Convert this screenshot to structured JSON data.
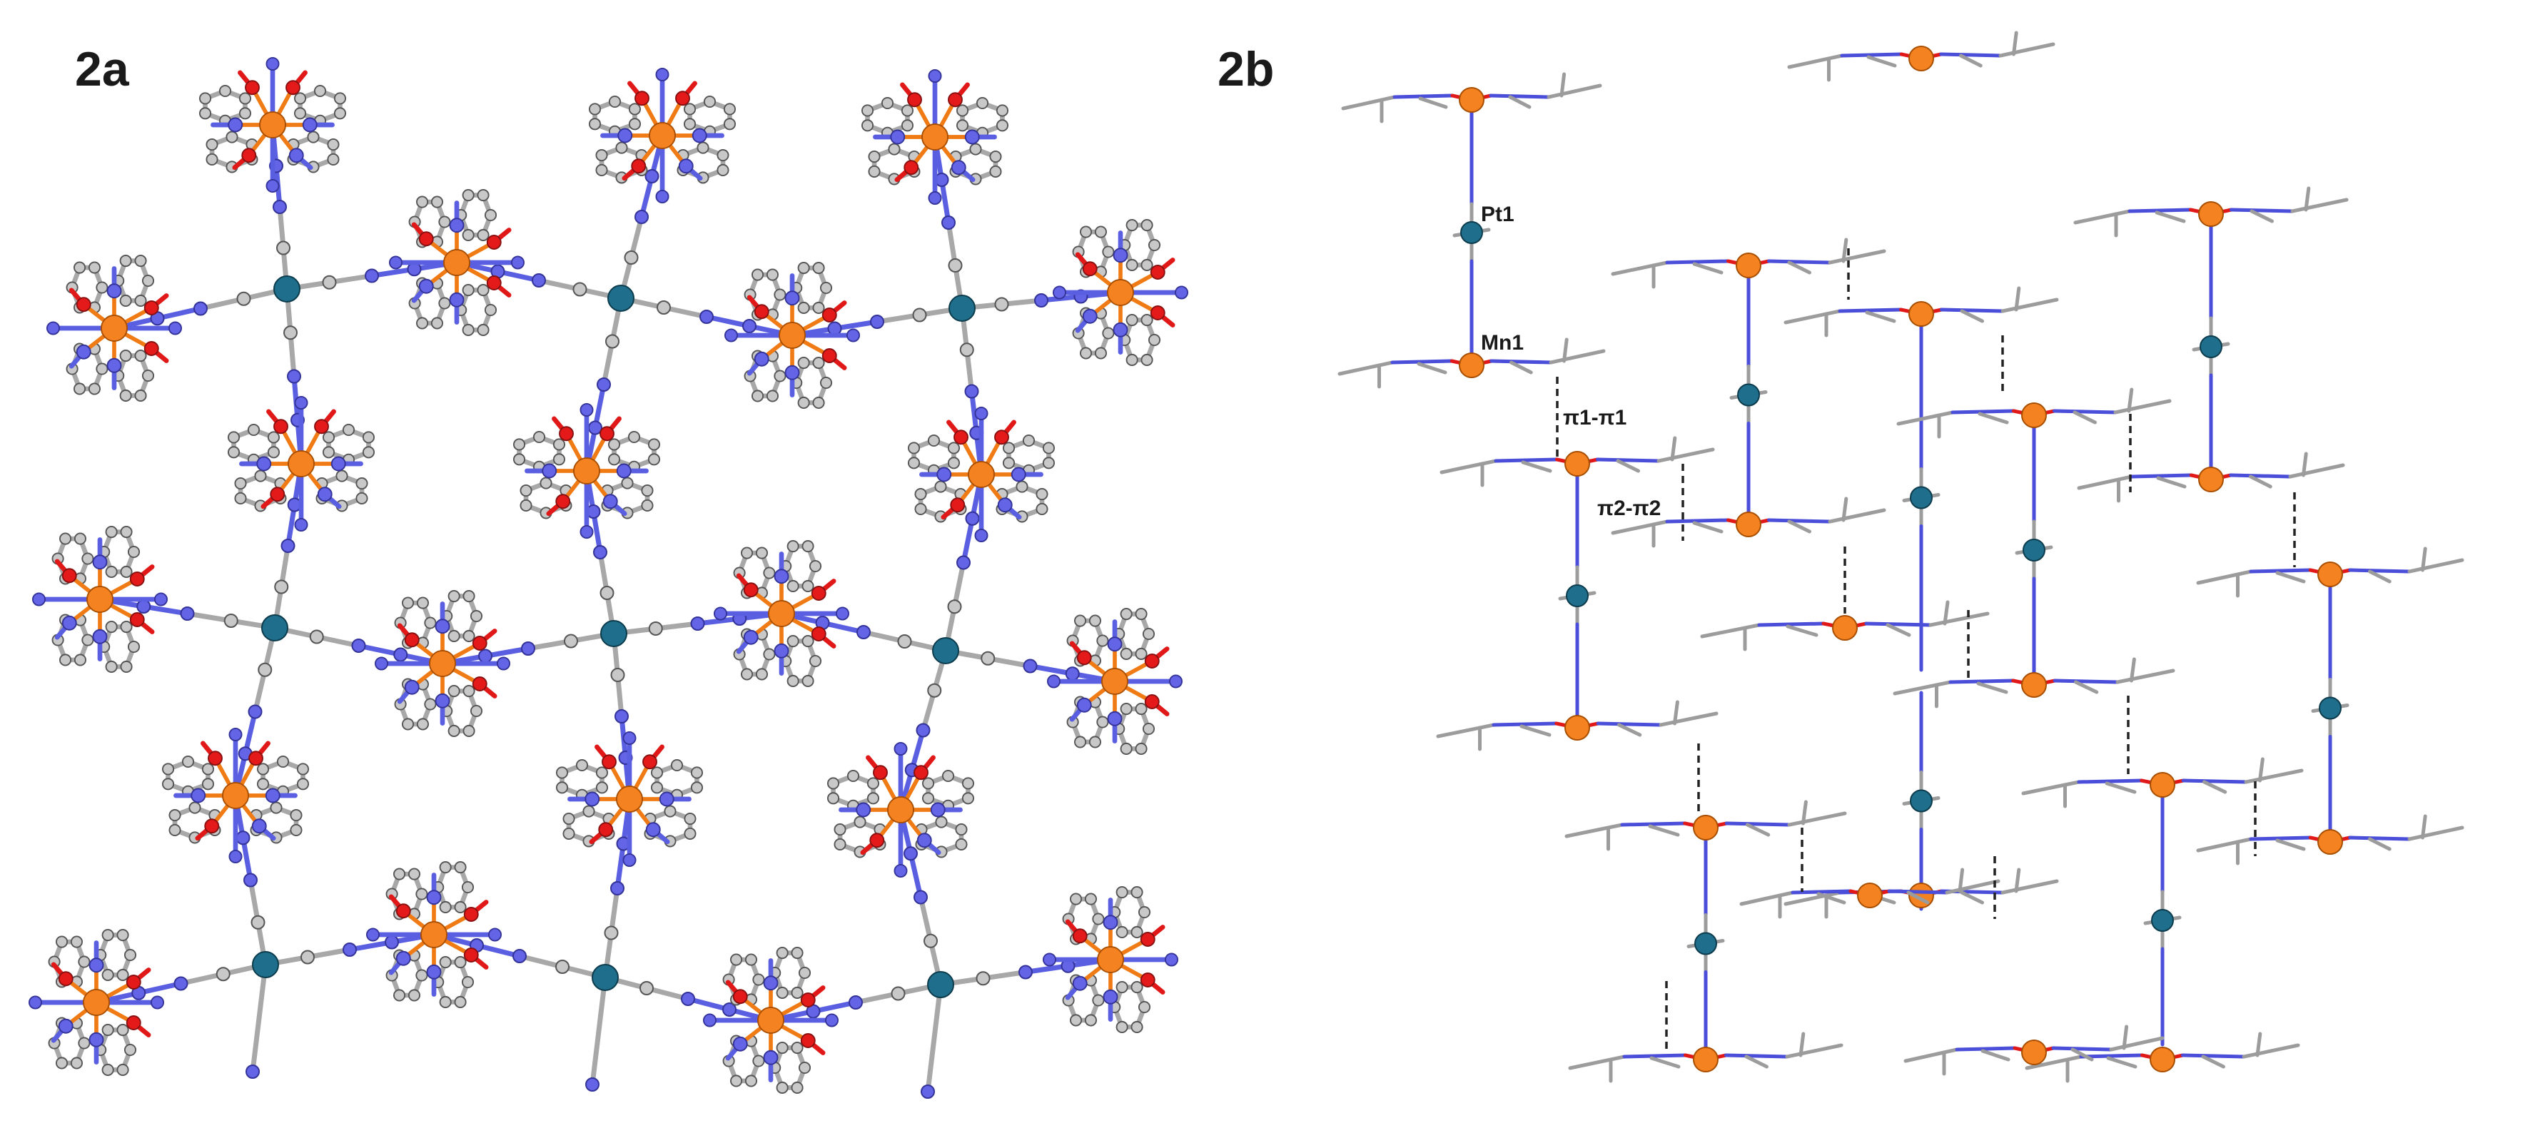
{
  "panels": {
    "a": {
      "label": "2a"
    },
    "b": {
      "label": "2b"
    }
  },
  "annotations": {
    "pt1": "Pt1",
    "mn1": "Mn1",
    "pi1": "π1-π1",
    "pi2": "π2-π2"
  },
  "colors": {
    "carbon": "#c8c8c8",
    "nitrogen": "#6464e6",
    "oxygen": "#e41a1a",
    "manganese": "#f58220",
    "platinum": "#1f6e8c"
  }
}
